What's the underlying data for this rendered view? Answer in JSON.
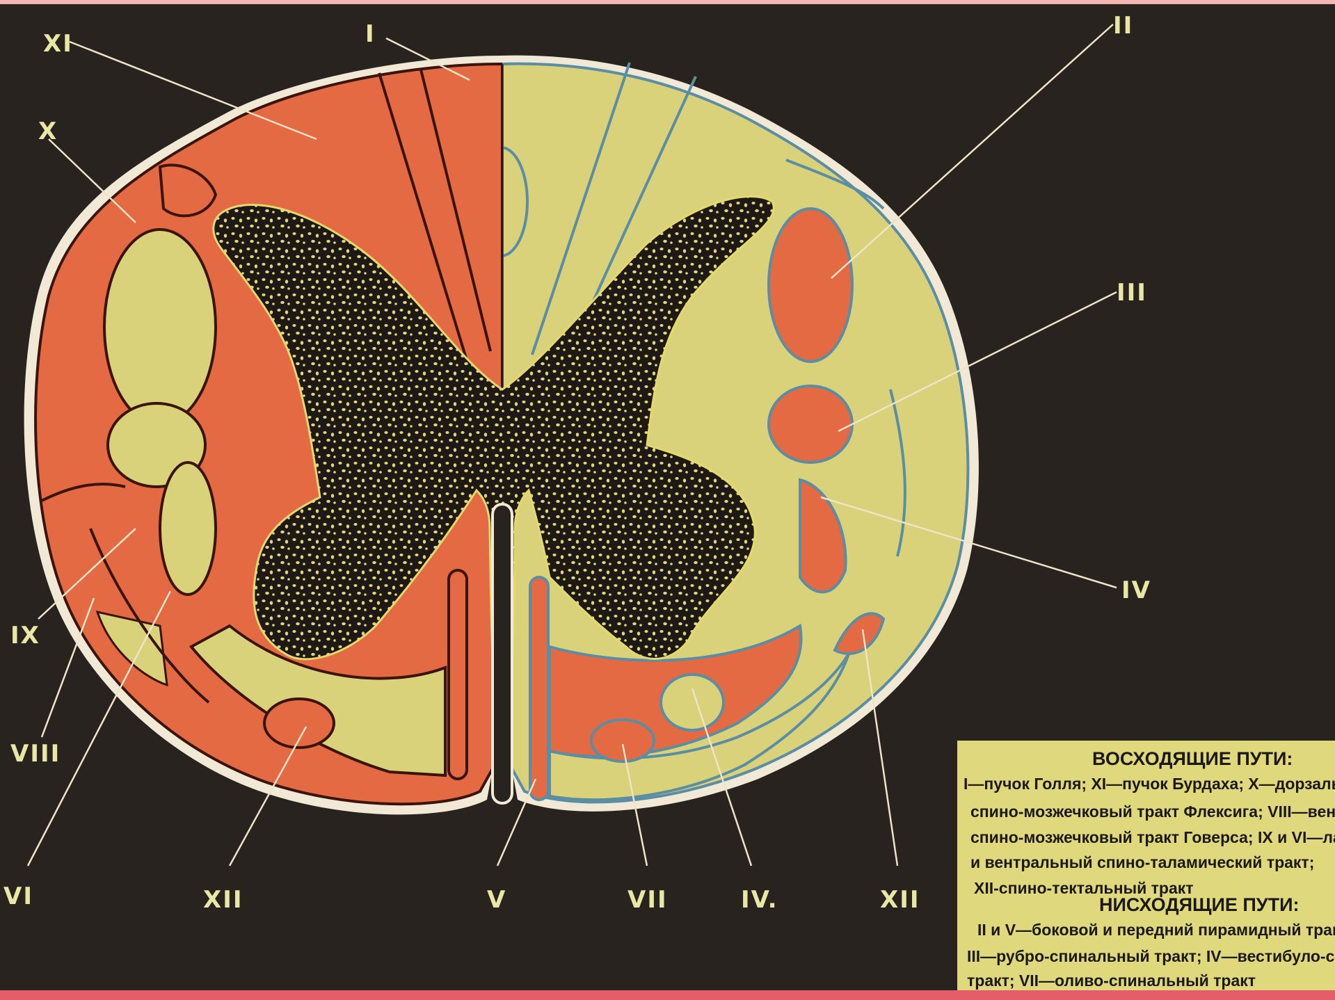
{
  "diagram": {
    "colors": {
      "board": "#29231f",
      "outer_frame": "#f3b7b2",
      "ascending_red": "#e46a44",
      "descending_yellow": "#d9d27a",
      "grey_matter": "#1e1915",
      "outline_white": "#f1e8d6",
      "left_outline": "#3a140d",
      "right_outline": "#5b8da3",
      "label": "#e9e6a6",
      "legend_bg": "#dfd87c"
    },
    "labels": {
      "xi": "XI",
      "i": "I",
      "ii": "II",
      "x": "X",
      "iii": "III",
      "iv_right": "IV",
      "ix": "IX",
      "viii": "VIII",
      "vi": "VI",
      "xii_left": "XII",
      "v": "V",
      "vii": "VII",
      "iv_bottom": "IV.",
      "xii_right": "XII"
    },
    "legend": {
      "ascending_title": "ВОСХОДЯЩИЕ ПУТИ:",
      "ascending_lines": [
        "I—пучок Голля; XI—пучок Бурдаха; X—дорзальный",
        "спино-мозжечковый тракт Флексига; VIII—вентральн",
        "спино-мозжечковый тракт Говерса; IX и VI—латерал",
        "и вентральный спино-таламический тракт;",
        "XII-спино-тектальный тракт"
      ],
      "descending_title": "НИСХОДЯЩИЕ ПУТИ:",
      "descending_lines": [
        "II и V—боковой и передний пирамидный тракт;",
        "III—рубро-спинальный тракт; IV—вестибуло-спинальн",
        "тракт; VII—оливо-спинальный тракт"
      ]
    }
  }
}
